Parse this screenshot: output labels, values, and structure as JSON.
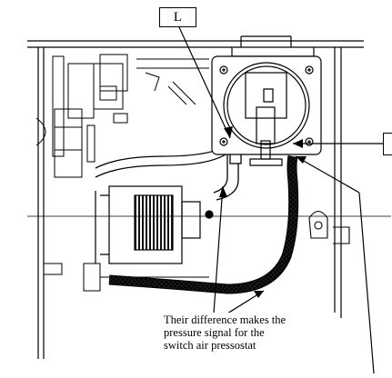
{
  "labels": {
    "low_pressure": "L",
    "high_pressure": ""
  },
  "note": {
    "lines": [
      "Their difference makes the",
      "pressure signal for the",
      "switch air pressostat"
    ]
  }
}
